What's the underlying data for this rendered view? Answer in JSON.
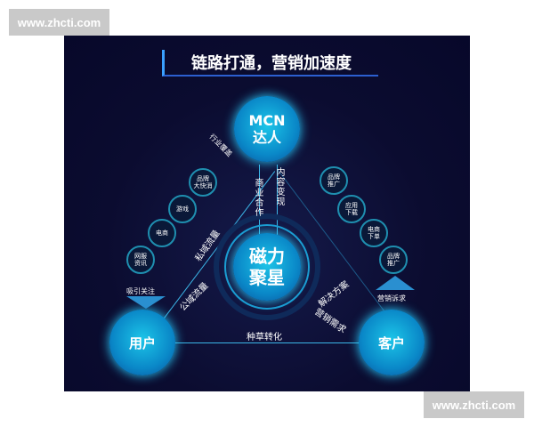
{
  "watermark": "www.zhcti.com",
  "title": "链路打通，营销加速度",
  "nodes": {
    "mcn": [
      "MCN",
      "达人"
    ],
    "center": [
      "磁力",
      "聚星"
    ],
    "user": "用户",
    "client": "客户"
  },
  "left_items": [
    [
      "品牌",
      "大快消"
    ],
    [
      "游戏"
    ],
    [
      "电商"
    ],
    [
      "网服",
      "资讯"
    ]
  ],
  "right_items": [
    [
      "品牌",
      "推广"
    ],
    [
      "应用",
      "下载"
    ],
    [
      "电商",
      "下单"
    ],
    [
      "品牌",
      "推广"
    ]
  ],
  "labels": {
    "industry": "行业覆盖",
    "private": "私域流量",
    "public": "公域流量",
    "attract": "吸引关注",
    "business": "商业合作",
    "content": "内容变现",
    "solution": "解决方案",
    "demand": "营销需求",
    "appeal": "营销诉求",
    "grass": "种草转化"
  },
  "colors": {
    "accent": "#1cc5e8",
    "background": "#0b0c30"
  }
}
